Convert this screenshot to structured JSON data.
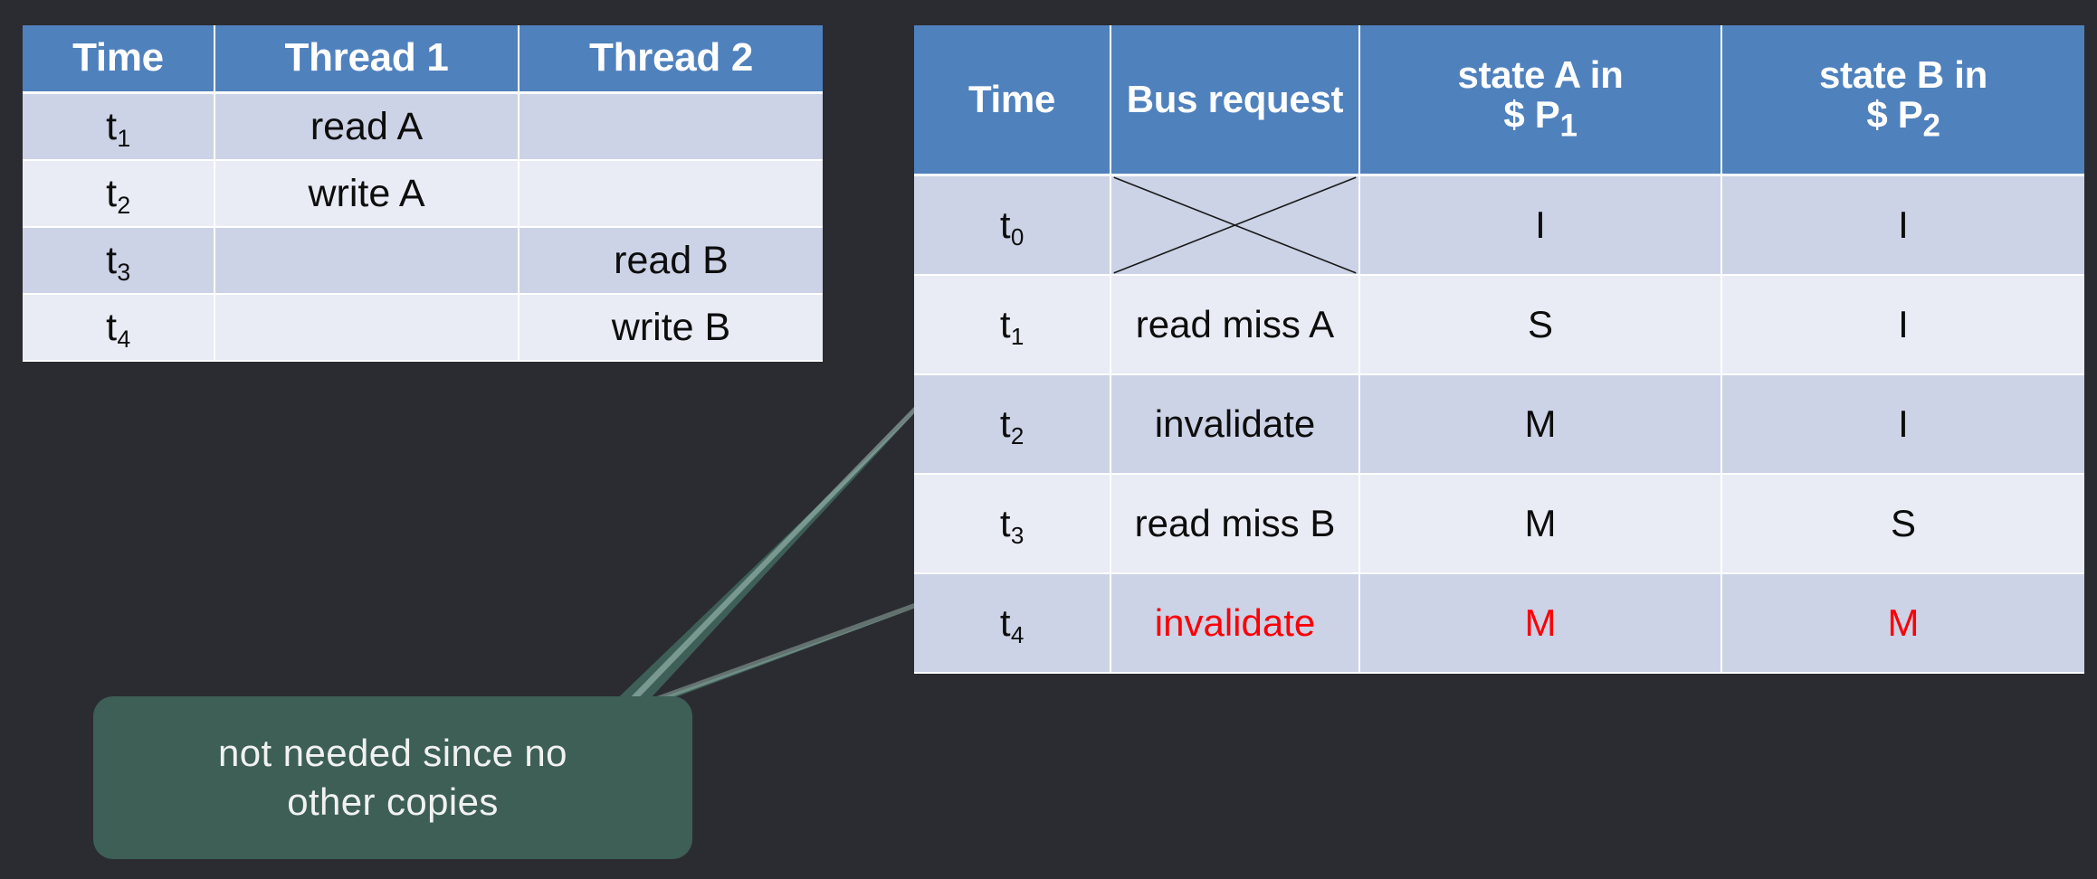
{
  "slide": {
    "background_color": "#2b2c31",
    "header_color": "#4f81bd",
    "row_color_odd": "#ccd3e6",
    "row_color_even": "#e9ecf5",
    "highlight_color": "#fb0007",
    "callout_color": "#3d5f56",
    "connector_color": "#3f6258"
  },
  "thread_table": {
    "columns": [
      "Time",
      "Thread 1",
      "Thread 2"
    ],
    "rows": [
      {
        "time": "t",
        "time_sub": "1",
        "thread1": "read A",
        "thread2": ""
      },
      {
        "time": "t",
        "time_sub": "2",
        "thread1": "write A",
        "thread2": ""
      },
      {
        "time": "t",
        "time_sub": "3",
        "thread1": "",
        "thread2": "read B"
      },
      {
        "time": "t",
        "time_sub": "4",
        "thread1": "",
        "thread2": "write B"
      }
    ]
  },
  "bus_table": {
    "columns": [
      {
        "line1": "Time",
        "line2": ""
      },
      {
        "line1": "Bus request",
        "line2": ""
      },
      {
        "line1": "state A in",
        "line2": "$ P",
        "line2_sub": "1"
      },
      {
        "line1": "state B in",
        "line2": "$ P",
        "line2_sub": "2"
      }
    ],
    "rows": [
      {
        "time": "t",
        "time_sub": "0",
        "bus_request": "",
        "bus_crossed": true,
        "state_a": "I",
        "state_b": "I",
        "highlight": false
      },
      {
        "time": "t",
        "time_sub": "1",
        "bus_request": "read miss A",
        "bus_crossed": false,
        "state_a": "S",
        "state_b": "I",
        "highlight": false
      },
      {
        "time": "t",
        "time_sub": "2",
        "bus_request": "invalidate",
        "bus_crossed": false,
        "state_a": "M",
        "state_b": "I",
        "highlight": false
      },
      {
        "time": "t",
        "time_sub": "3",
        "bus_request": "read miss B",
        "bus_crossed": false,
        "state_a": "M",
        "state_b": "S",
        "highlight": false
      },
      {
        "time": "t",
        "time_sub": "4",
        "bus_request": "invalidate",
        "bus_crossed": false,
        "state_a": "M",
        "state_b": "M",
        "highlight": true
      }
    ]
  },
  "callout": {
    "line1": "not needed since no",
    "line2": "other copies",
    "text": "not needed since no other copies"
  }
}
